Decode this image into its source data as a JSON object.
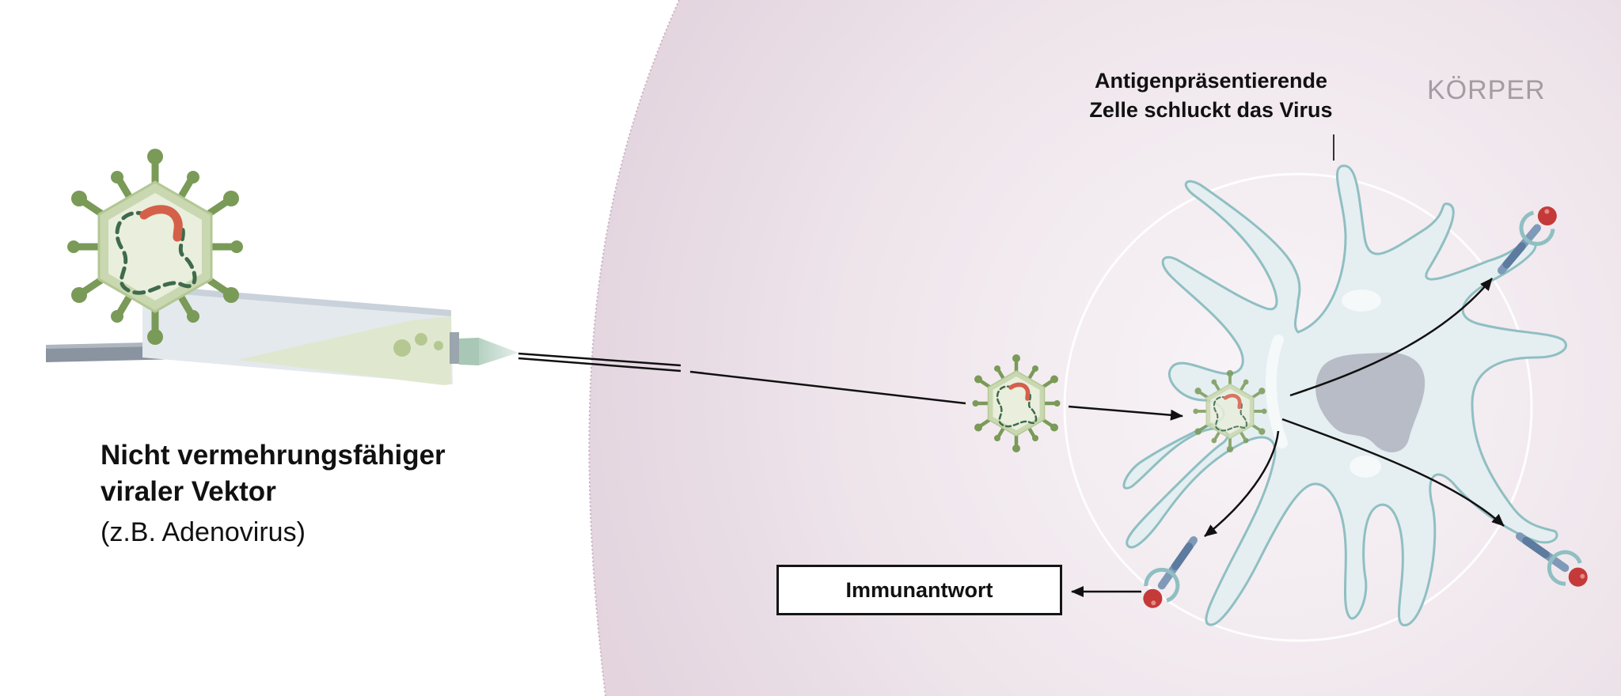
{
  "labels": {
    "vector_title_line1": "Nicht vermehrungsfähiger",
    "vector_title_line2": "viraler Vektor",
    "vector_subtitle": "(z.B. Adenovirus)",
    "cell_line1": "Antigenpräsentierende",
    "cell_line2": "Zelle schluckt das Virus",
    "body": "KÖRPER",
    "immune_response": "Immunantwort"
  },
  "colors": {
    "body_region": "#e6d9e2",
    "virus_green": "#7a9a58",
    "virus_fill": "#e6edd9",
    "genome_red": "#d5604a",
    "cell_fill": "#e5eef1",
    "cell_outline": "#8fbfc2",
    "nucleus": "#b8bcc6",
    "antigen_red": "#c43a38",
    "receptor_blue": "#7f9ab8",
    "syringe_liquid": "#dfe8cf"
  },
  "icons": [
    "virus-icon",
    "syringe-icon",
    "dendritic-cell-icon",
    "antigen-receptor-icon"
  ]
}
